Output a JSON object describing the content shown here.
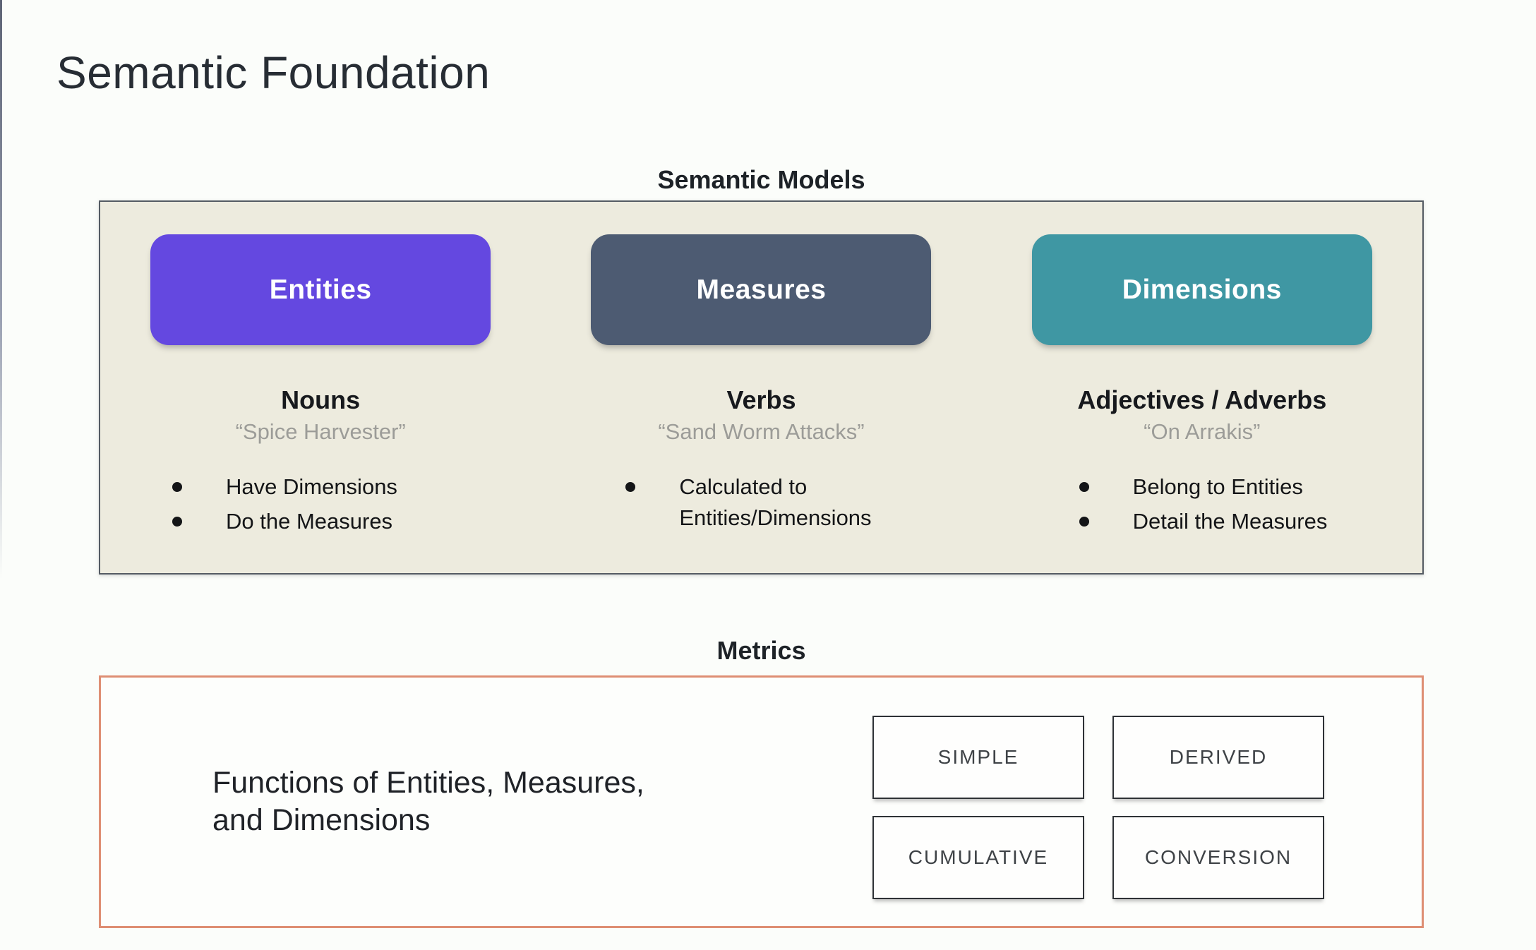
{
  "slide": {
    "title": "Semantic Foundation"
  },
  "semantic_models": {
    "heading": "Semantic Models",
    "panel_bg": "#edebde",
    "panel_border": "#545b63",
    "columns": [
      {
        "label": "Entities",
        "color": "#6448e0",
        "part_of_speech": "Nouns",
        "example": "“Spice Harvester”",
        "bullets": [
          "Have Dimensions",
          "Do the Measures"
        ]
      },
      {
        "label": "Measures",
        "color": "#4d5b72",
        "part_of_speech": "Verbs",
        "example": "“Sand Worm Attacks”",
        "bullets": [
          "Calculated to Entities/Dimensions"
        ]
      },
      {
        "label": "Dimensions",
        "color": "#3f97a3",
        "part_of_speech": "Adjectives / Adverbs",
        "example": "“On Arrakis”",
        "bullets": [
          "Belong to Entities",
          "Detail the Measures"
        ]
      }
    ]
  },
  "metrics": {
    "heading": "Metrics",
    "description": "Functions of Entities, Measures,\nand Dimensions",
    "box_border": "#de8e73",
    "types": [
      "SIMPLE",
      "DERIVED",
      "CUMULATIVE",
      "CONVERSION"
    ]
  }
}
